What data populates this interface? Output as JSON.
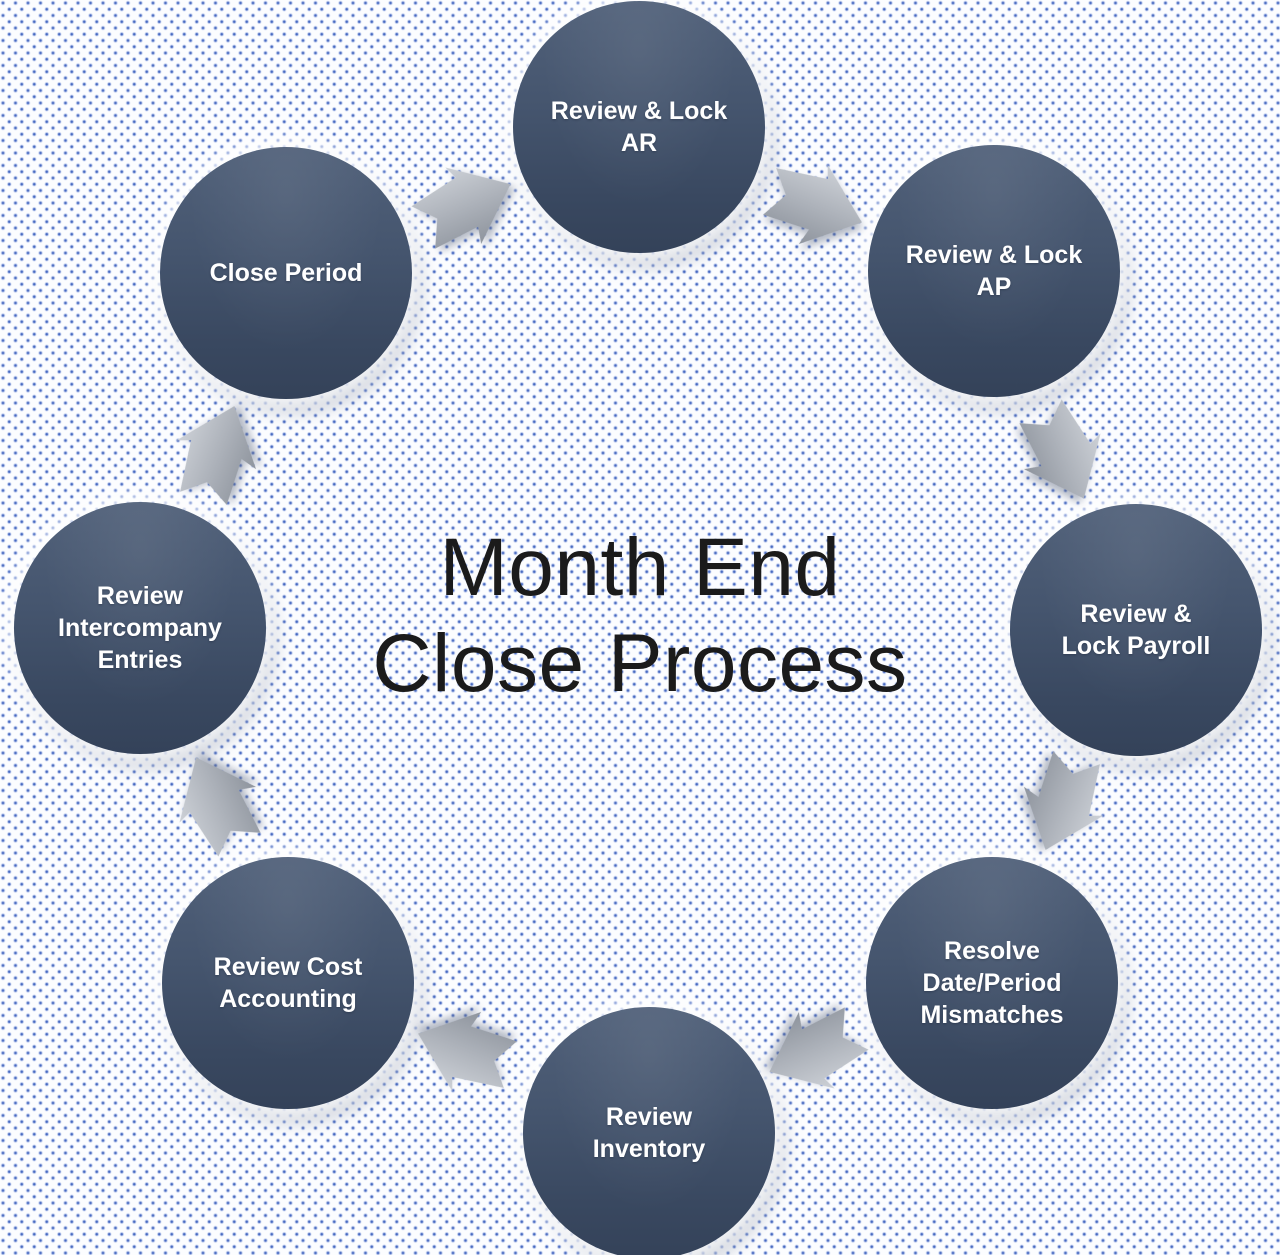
{
  "title": {
    "line1": "Month End",
    "line2": "Close Process"
  },
  "diagram": {
    "type": "cycle",
    "direction": "clockwise",
    "steps": [
      {
        "name": "review-lock-ar",
        "lines": [
          "Review & Lock",
          "AR"
        ]
      },
      {
        "name": "review-lock-ap",
        "lines": [
          "Review & Lock",
          "AP"
        ]
      },
      {
        "name": "review-lock-payroll",
        "lines": [
          "Review &",
          "Lock Payroll"
        ]
      },
      {
        "name": "resolve-date-period-mismatches",
        "lines": [
          "Resolve",
          "Date/Period",
          "Mismatches"
        ]
      },
      {
        "name": "review-inventory",
        "lines": [
          "Review",
          "Inventory"
        ]
      },
      {
        "name": "review-cost-accounting",
        "lines": [
          "Review Cost",
          "Accounting"
        ]
      },
      {
        "name": "review-intercompany-entries",
        "lines": [
          "Review",
          "Intercompany",
          "Entries"
        ]
      },
      {
        "name": "close-period",
        "lines": [
          "Close Period"
        ]
      }
    ]
  },
  "colors": {
    "node_gradient_top": "#51617a",
    "node_gradient_bottom": "#344259",
    "node_text": "#ffffff",
    "title_text": "#1b1b1b",
    "arrow_light": "#cdd1d7",
    "arrow_mid": "#aeb3bb",
    "arrow_dark": "#8e949d",
    "background": "#fcfdff",
    "background_dot": "#3e62be"
  }
}
